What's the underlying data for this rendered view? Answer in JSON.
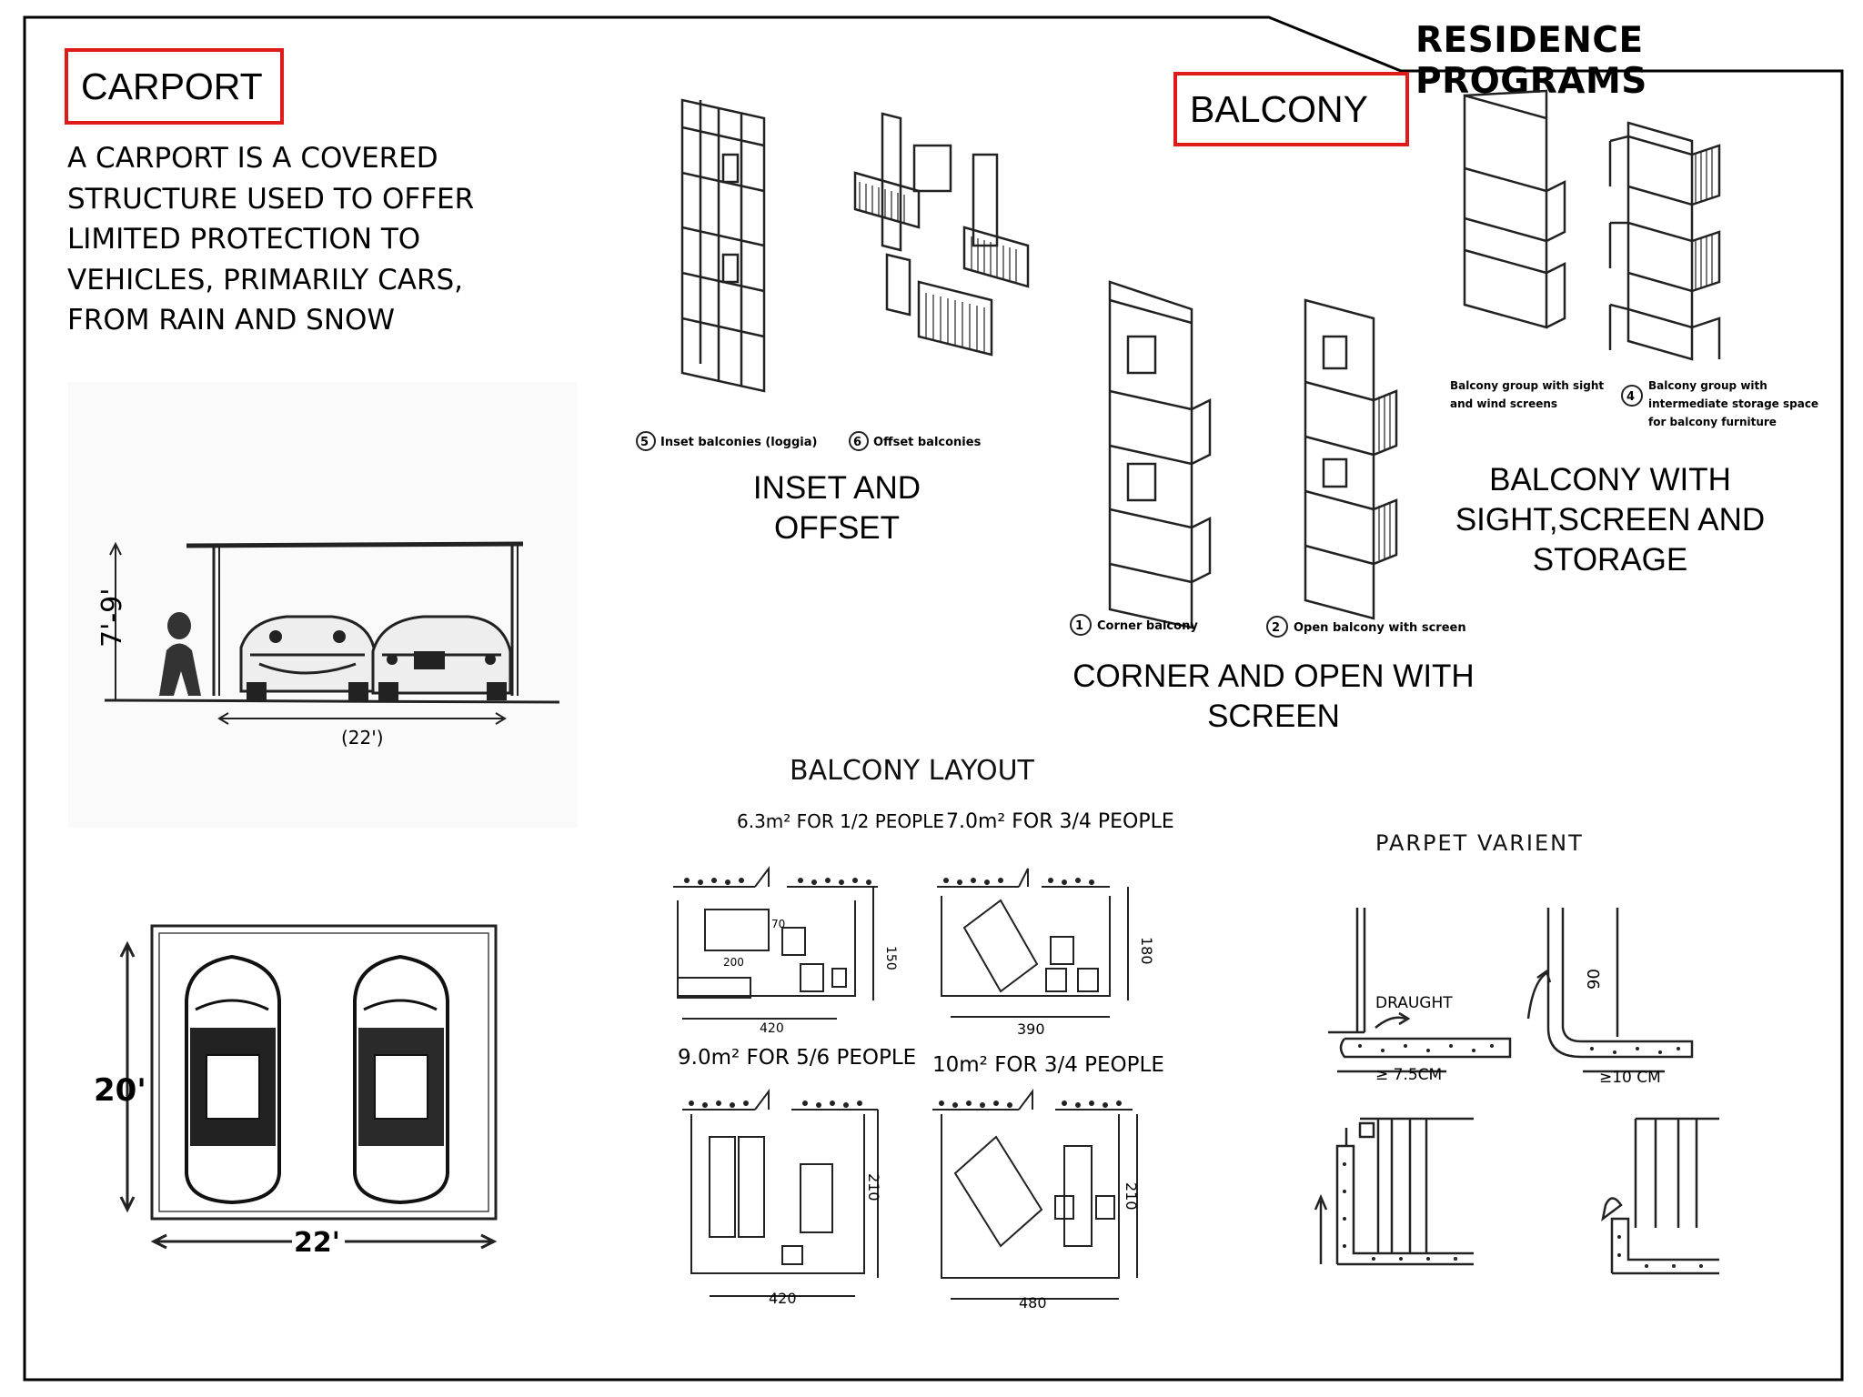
{
  "header": {
    "title": "RESIDENCE PROGRAMS"
  },
  "carport": {
    "heading": "CARPORT",
    "description": "A CARPORT IS A COVERED\nSTRUCTURE USED TO OFFER\nLIMITED PROTECTION TO\nVEHICLES, PRIMARILY CARS,\nFROM RAIN AND SNOW",
    "elevation_height": "7'-9'",
    "elevation_width": "(22')",
    "plan_depth": "20'",
    "plan_width": "22'"
  },
  "balcony": {
    "heading": "BALCONY",
    "inset_offset": {
      "fig5": "Inset balconies (loggia)",
      "fig6": "Offset balconies",
      "num5": "5",
      "num6": "6",
      "caption": "INSET AND\nOFFSET"
    },
    "corner_open": {
      "fig1": "Corner balcony",
      "fig2": "Open balcony with screen",
      "num1": "1",
      "num2": "2",
      "caption": "CORNER AND OPEN WITH\nSCREEN"
    },
    "sight_storage": {
      "fig3a": "Balcony group with sight",
      "fig3b": "and wind screens",
      "fig4a": "Balcony group with",
      "fig4b": "intermediate storage space",
      "fig4c": "for balcony furniture",
      "num4": "4",
      "caption": "BALCONY WITH\nSIGHT,SCREEN AND\nSTORAGE"
    }
  },
  "balcony_layout": {
    "title": "BALCONY LAYOUT",
    "cells": [
      {
        "label": "6.3m² FOR 1/2 PEOPLE",
        "dim_w": "420",
        "dim_h": "150",
        "dim_in1": "200",
        "dim_in2": "70"
      },
      {
        "label": "7.0m² FOR 3/4 PEOPLE",
        "dim_w": "390",
        "dim_h": "180"
      },
      {
        "label": "9.0m² FOR 5/6 PEOPLE",
        "dim_w": "420",
        "dim_h": "210"
      },
      {
        "label": "10m² FOR 3/4 PEOPLE",
        "dim_w": "480",
        "dim_h": "210"
      }
    ]
  },
  "parapet": {
    "title": "PARPET VARIENT",
    "draught": "DRAUGHT",
    "dim1": "≥ 7.5CM",
    "dim2": "≥10 CM",
    "height": "90"
  }
}
